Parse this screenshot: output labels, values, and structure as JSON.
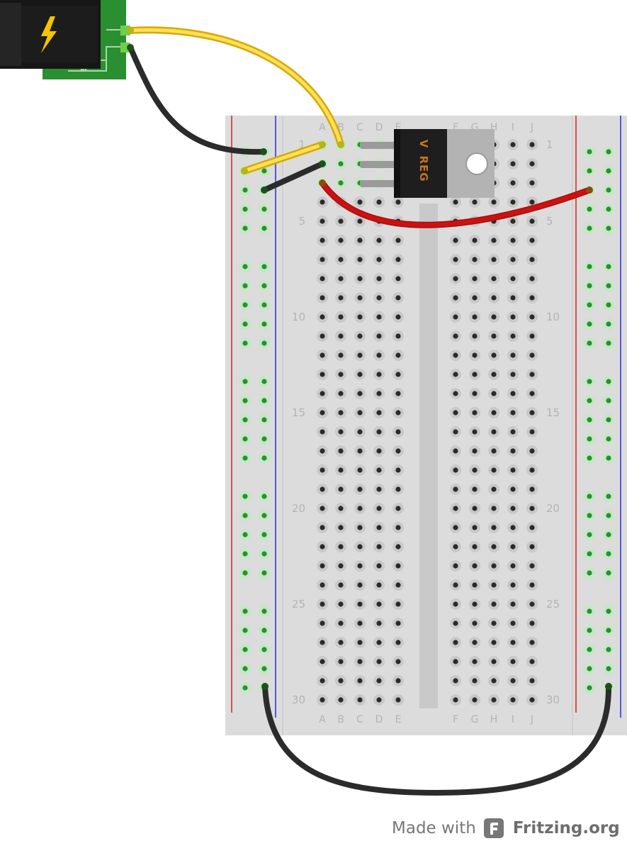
{
  "breadboard": {
    "column_labels_left": [
      "A",
      "B",
      "C",
      "D",
      "E"
    ],
    "column_labels_right": [
      "F",
      "G",
      "H",
      "I",
      "J"
    ],
    "row_numbers": [
      "1",
      "5",
      "10",
      "15",
      "20",
      "25",
      "30"
    ],
    "rows": 30
  },
  "regulator": {
    "label": "REG",
    "mark": "V"
  },
  "power_jack": {
    "icon": "lightning-bolt-icon"
  },
  "wires": [
    {
      "name": "yellow",
      "color": "#f2c500"
    },
    {
      "name": "black",
      "color": "#2b2b2b"
    },
    {
      "name": "red",
      "color": "#cc1111"
    }
  ],
  "footer": {
    "made_with": "Made with",
    "brand": "Fritzing.org"
  }
}
